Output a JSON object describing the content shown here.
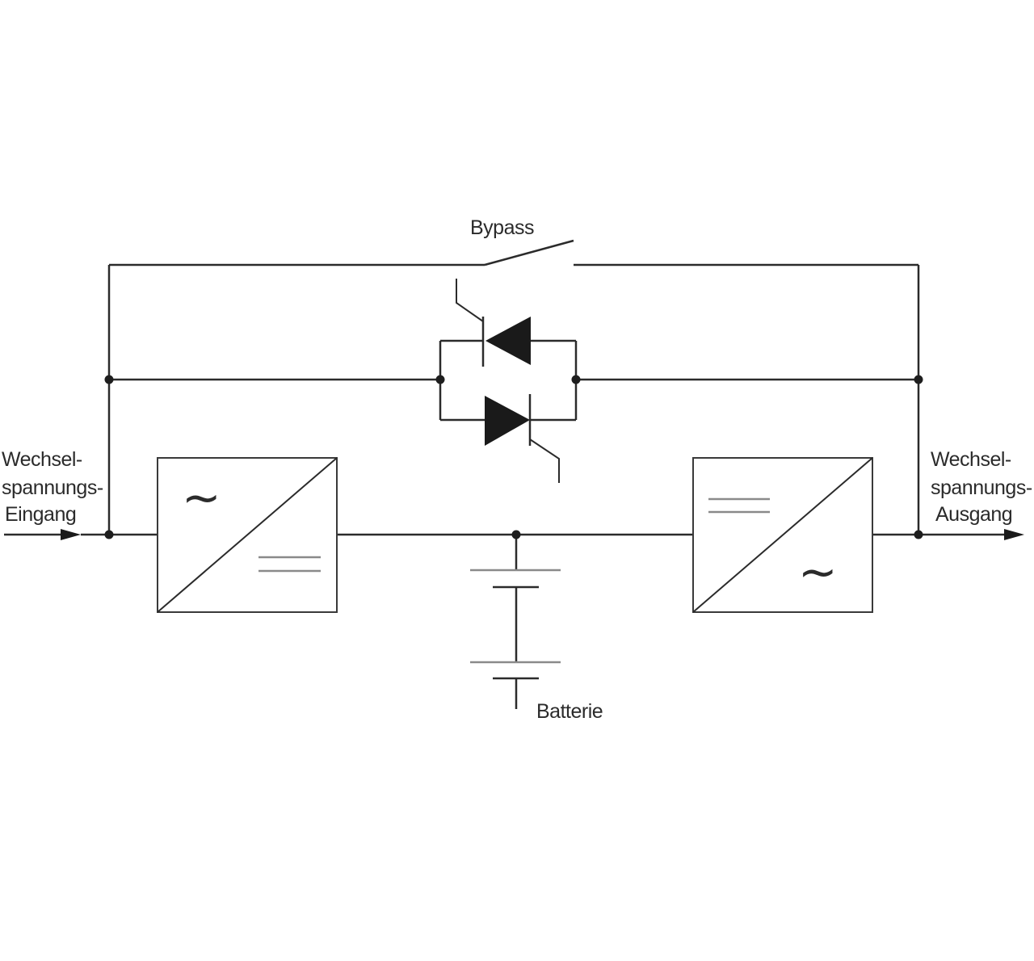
{
  "labels": {
    "bypass": "Bypass",
    "input_line1": "Wechsel-",
    "input_line2": "spannungs-",
    "input_line3": "Eingang",
    "output_line1": "Wechsel-",
    "output_line2": "spannungs-",
    "output_line3": "Ausgang",
    "battery": "Batterie"
  },
  "symbols": {
    "rectifier_ac": "~",
    "inverter_ac": "~"
  }
}
